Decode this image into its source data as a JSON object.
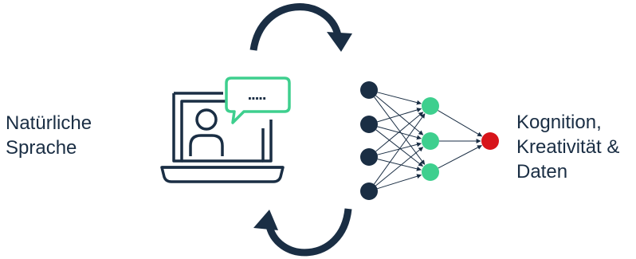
{
  "left_label": {
    "lines": [
      "Natürliche",
      "Sprache"
    ]
  },
  "right_label": {
    "lines": [
      "Kognition,",
      "Kreativität &",
      "Daten"
    ]
  },
  "chat_bubble": {
    "text": "....."
  },
  "icons": {
    "left": "laptop-user-chat-icon",
    "cycle_top": "curved-arrow-right-icon",
    "cycle_bottom": "curved-arrow-left-icon",
    "network": "neural-network-icon"
  },
  "colors": {
    "navy": "#1a2e44",
    "green": "#3ecf8e",
    "red": "#d7141a",
    "text": "#1a2e44"
  },
  "network": {
    "layers": [
      4,
      3,
      1
    ]
  }
}
